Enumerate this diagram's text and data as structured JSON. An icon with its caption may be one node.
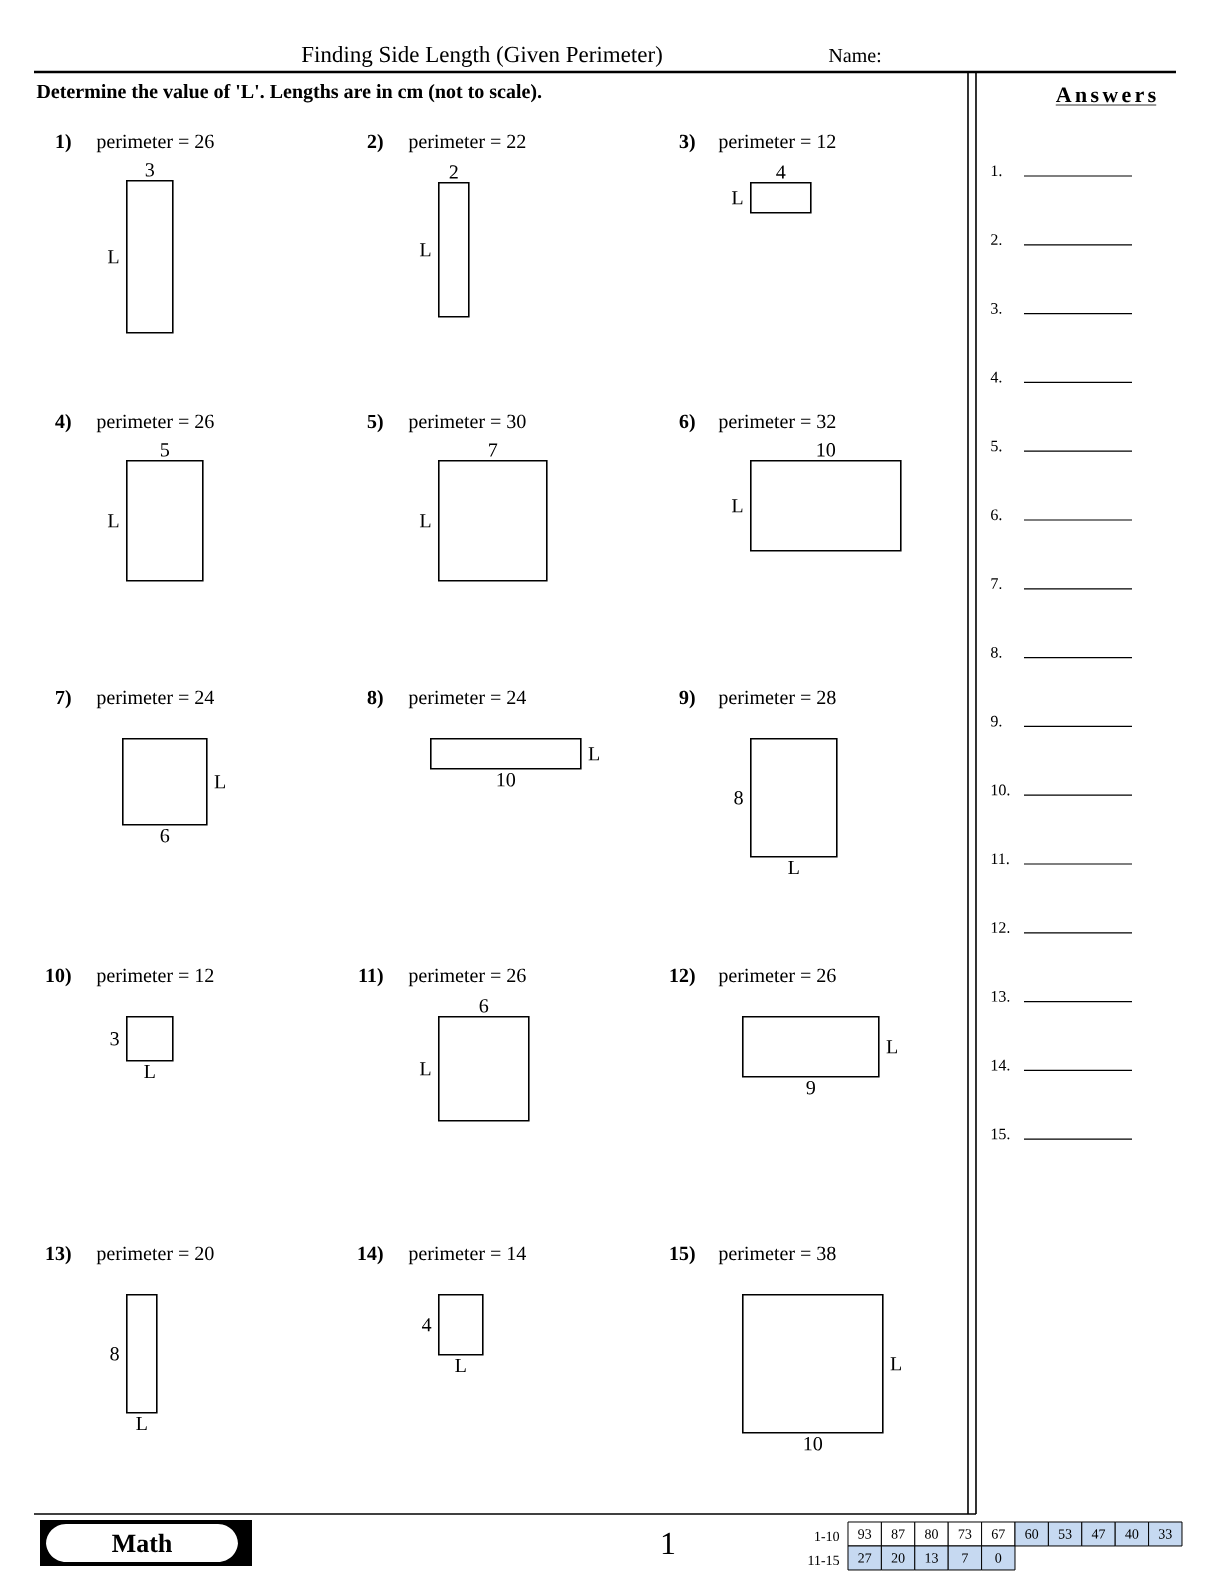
{
  "diagram": {
    "title": "Finding Side Length (Given Perimeter)",
    "nodes": [
      {
        "text": [],
        "shape": "box",
        "beside": [
          "3",
          "L"
        ]
      },
      {
        "text": [],
        "shape": "box",
        "beside": [
          "2",
          "L"
        ]
      },
      {
        "text": [],
        "shape": "box",
        "beside": [
          "4",
          "L"
        ]
      },
      {
        "text": [],
        "shape": "box",
        "beside": [
          "5",
          "L"
        ]
      },
      {
        "text": [],
        "shape": "box",
        "beside": [
          "7",
          "L"
        ]
      },
      {
        "text": [],
        "shape": "box",
        "beside": [
          "10",
          "L"
        ]
      },
      {
        "text": [],
        "shape": "box",
        "beside": [
          "L",
          "6"
        ]
      },
      {
        "text": [],
        "shape": "box",
        "beside": [
          "L",
          "10"
        ]
      },
      {
        "text": [],
        "shape": "box",
        "beside": [
          "8",
          "L"
        ]
      },
      {
        "text": [],
        "shape": "box",
        "beside": [
          "3",
          "L"
        ]
      },
      {
        "text": [],
        "shape": "box",
        "beside": [
          "6",
          "L"
        ]
      },
      {
        "text": [],
        "shape": "box",
        "beside": [
          "L",
          "9"
        ]
      },
      {
        "text": [],
        "shape": "box",
        "beside": [
          "8",
          "L"
        ]
      },
      {
        "text": [],
        "shape": "box",
        "beside": [
          "4",
          "L"
        ]
      },
      {
        "text": [],
        "shape": "box",
        "beside": [
          "L",
          "10"
        ]
      },
      {
        "text": [
          "Math"
        ]
      }
    ],
    "labels": [
      "Name:",
      "Determine the value of 'L'. Lengths are in cm (not to scale).",
      "Answers",
      "1)",
      "perimeter = 26",
      "2)",
      "perimeter = 22",
      "3)",
      "perimeter = 12",
      "4)",
      "perimeter = 26",
      "5)",
      "perimeter = 30",
      "6)",
      "perimeter = 32",
      "7)",
      "perimeter = 24",
      "8)",
      "perimeter = 24",
      "9)",
      "perimeter = 28",
      "10)",
      "perimeter = 12",
      "11)",
      "perimeter = 26",
      "12)",
      "perimeter = 26",
      "13)",
      "perimeter = 20",
      "14)",
      "perimeter = 14",
      "15)",
      "perimeter = 38",
      "1.",
      "2.",
      "3.",
      "4.",
      "5.",
      "6.",
      "7.",
      "8.",
      "9.",
      "10.",
      "11.",
      "12.",
      "13.",
      "14.",
      "15.",
      "1",
      "1-10",
      "93",
      "87",
      "80",
      "73",
      "67",
      "60",
      "53",
      "47",
      "40",
      "33",
      "11-15",
      "27",
      "20",
      "13",
      "7",
      "0"
    ]
  }
}
